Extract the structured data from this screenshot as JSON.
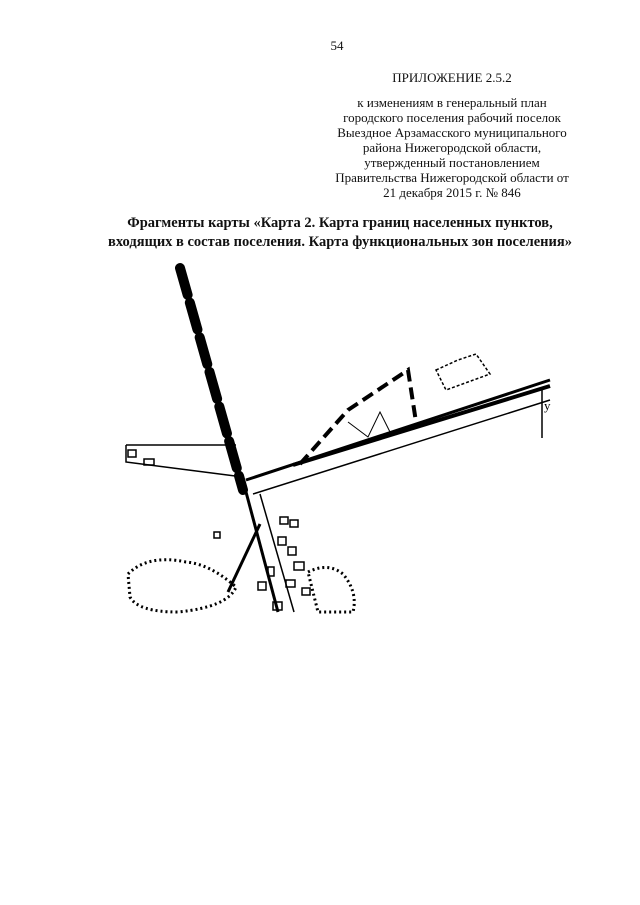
{
  "page_number": "54",
  "appendix": {
    "title": "ПРИЛОЖЕНИЕ 2.5.2",
    "lines": [
      "к изменениям в генеральный план",
      "городского поселения рабочий поселок",
      "Выездное Арзамасского муниципального",
      "района Нижегородской области,",
      "утвержденный постановлением",
      "Правительства Нижегородской области от",
      "21 декабря 2015 г. № 846"
    ]
  },
  "fragments_title": {
    "line1": "Фрагменты карты «Карта 2. Карта границ населенных пунктов,",
    "line2": "входящих в состав поселения. Карта функциональных зон поселения»"
  },
  "map": {
    "road_label": "у",
    "colors": {
      "ink": "#000000",
      "paper": "#ffffff"
    }
  }
}
